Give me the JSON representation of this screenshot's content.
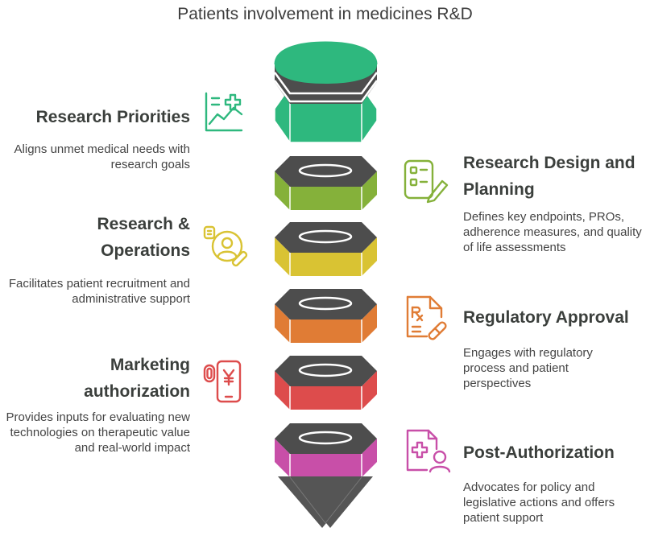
{
  "title": "Patients involvement in medicines R&D",
  "stages": [
    {
      "id": "research-priorities",
      "heading": "Research Priorities",
      "description": "Aligns unmet medical needs with research goals",
      "color": "#2eb87e",
      "icon": "chart-plus-icon"
    },
    {
      "id": "research-design",
      "heading": "Research Design and Planning",
      "description": "Defines key endpoints, PROs, adherence measures, and quality of life assessments",
      "color": "#85b13a",
      "icon": "checklist-pen-icon"
    },
    {
      "id": "research-operations",
      "heading": "Research & Operations",
      "description": "Facilitates patient recruitment and administrative support",
      "color": "#d9c333",
      "icon": "user-pill-icon"
    },
    {
      "id": "regulatory-approval",
      "heading": "Regulatory Approval",
      "description": "Engages with regulatory process and patient perspectives",
      "color": "#e07c35",
      "icon": "prescription-icon"
    },
    {
      "id": "marketing-authorization",
      "heading": "Marketing authorization",
      "description": "Provides inputs for evaluating new technologies on therapeutic value and real-world impact",
      "color": "#dd4c4c",
      "icon": "coin-phone-icon"
    },
    {
      "id": "post-authorization",
      "heading": "Post-Authorization",
      "description": "Advocates for policy and legislative actions and offers patient support",
      "color": "#c84fa8",
      "icon": "doctor-file-icon"
    }
  ]
}
